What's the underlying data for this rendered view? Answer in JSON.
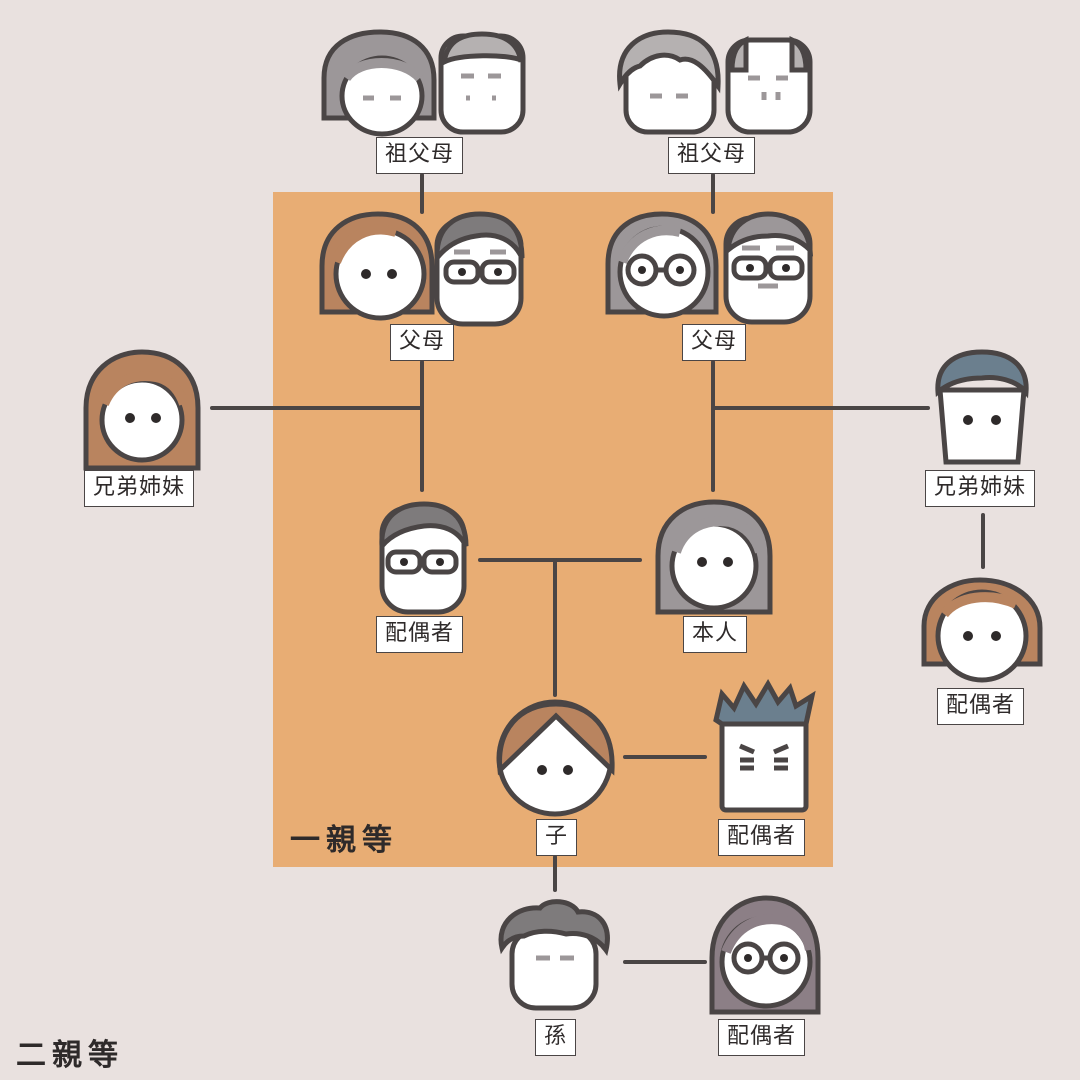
{
  "zones": {
    "first_degree": "一親等",
    "second_degree": "二親等"
  },
  "labels": {
    "grandparents_left": "祖父母",
    "grandparents_right": "祖父母",
    "parents_left": "父母",
    "parents_right": "父母",
    "sibling_left": "兄弟姉妹",
    "sibling_right": "兄弟姉妹",
    "spouse_self": "配偶者",
    "self": "本人",
    "sibling_spouse": "配偶者",
    "child": "子",
    "child_spouse": "配偶者",
    "grandchild": "孫",
    "grandchild_spouse": "配偶者"
  },
  "colors": {
    "background": "#e9e1df",
    "first_degree_zone": "#e8ad74",
    "line": "#4a4545",
    "face": "#ffffff",
    "hair_brown": "#b9845f",
    "hair_gray": "#9c9799",
    "hair_light_gray": "#b5b1b1",
    "hair_dark_gray": "#7e7b7c",
    "hair_blue_gray": "#6b7f8e",
    "hair_purple_gray": "#8c7f86"
  }
}
